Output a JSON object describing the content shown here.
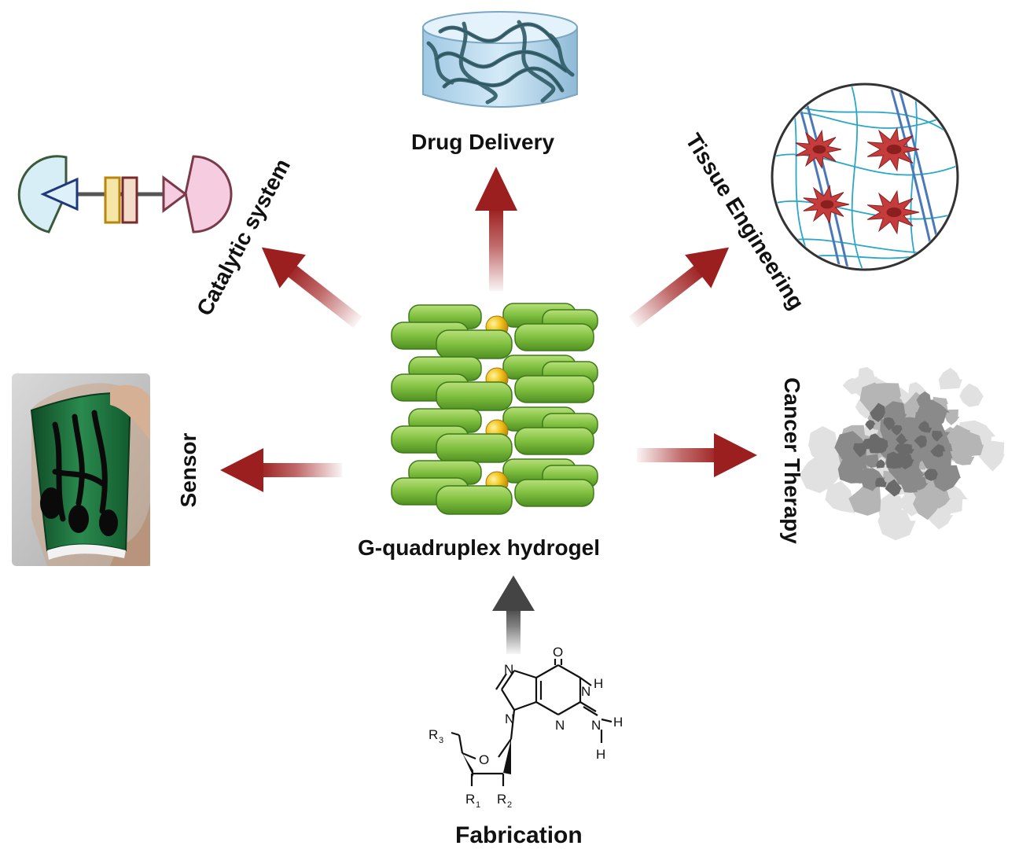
{
  "center": {
    "title": "G-quadruplex hydrogel"
  },
  "applications": {
    "drug_delivery": "Drug Delivery",
    "tissue_engineering": "Tissue Engineering",
    "catalytic_system": "Catalytic system",
    "cancer_therapy": "Cancer Therapy",
    "sensor": "Sensor"
  },
  "bottom": {
    "fabrication": "Fabrication"
  },
  "chem_atoms": {
    "O": "O",
    "N": "N",
    "H": "H",
    "R1": "R",
    "R2": "R",
    "R3": "R",
    "sub1": "1",
    "sub2": "2",
    "sub3": "3"
  },
  "colors": {
    "arrow_red": "#a52a2a",
    "arrow_grey": "#555555",
    "tile_green": "#7fbf3f",
    "potassium_gold": "#f2c21b",
    "cell_red": "#c43c3c",
    "sensor_green": "#1d6b3a"
  }
}
